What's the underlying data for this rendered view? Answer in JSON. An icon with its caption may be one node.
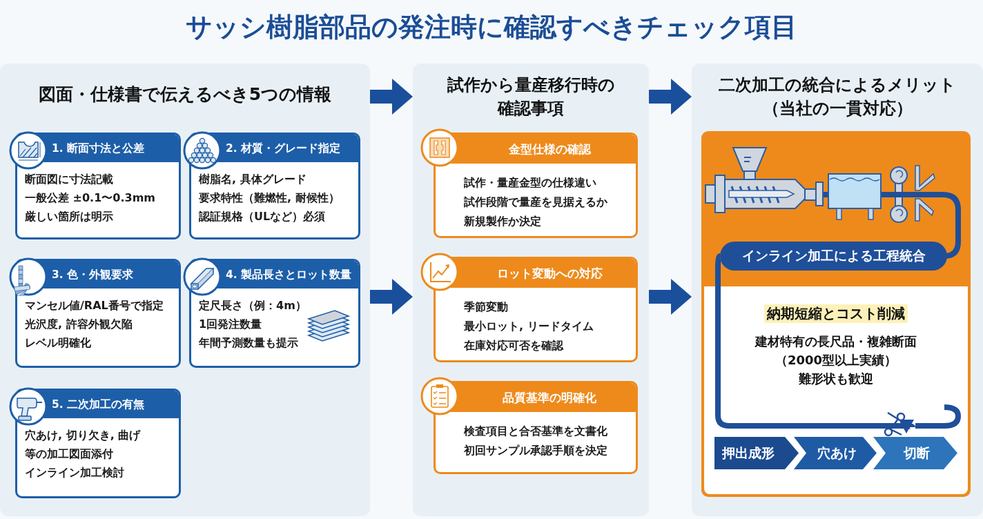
{
  "diagram": {
    "title": "サッシ樹脂部品の発注時に確認すべきチェック項目",
    "nodes": [
      {
        "text": [
          "図面・仕様書で伝えるべき5つの情報"
        ]
      },
      {
        "text": [
          "1. 断面寸法と公差",
          "断面図に寸法記載",
          "一般公差 ±0.1〜0.3mm",
          "厳しい箇所は明示"
        ],
        "in": 0
      },
      {
        "text": [
          "2. 材質・グレード指定",
          "樹脂名, 具体グレード",
          "要求特性（難燃性, 耐候性）",
          "認証規格（ULなど）必須"
        ],
        "in": 0
      },
      {
        "text": [
          "3. 色・外観要求",
          "マンセル値/RAL番号で指定",
          "光沢度, 許容外観欠陥",
          "レベル明確化"
        ],
        "in": 0
      },
      {
        "text": [
          "4. 製品長さとロット数量",
          "定尺長さ（例：4m）",
          "1回発注数量",
          "年間予測数量も提示"
        ],
        "in": 0
      },
      {
        "text": [
          "5. 二次加工の有無",
          "穴あけ, 切り欠き, 曲げ",
          "等の加工図面添付",
          "インライン加工検討"
        ],
        "in": 0
      },
      {
        "text": [
          "試作から量産移行時の確認事項"
        ]
      },
      {
        "text": [
          "金型仕様の確認",
          "試作・量産金型の仕様違い",
          "試作段階で量産を見据えるか",
          "新規製作か決定"
        ],
        "in": 6
      },
      {
        "text": [
          "ロット変動への対応",
          "季節変動",
          "最小ロット, リードタイム",
          "在庫対応可否を確認"
        ],
        "in": 6
      },
      {
        "text": [
          "品質基準の明確化",
          "検査項目と合否基準を文書化",
          "初回サンプル承認手順を決定"
        ],
        "in": 6
      },
      {
        "text": [
          "二次加工の統合によるメリット",
          "（当社の一貫対応）"
        ]
      },
      {
        "text": [],
        "shape": "box",
        "in": 10
      },
      {
        "text": [
          "インライン加工による工程統合"
        ],
        "in": 11
      },
      {
        "text": [
          "納期短縮とコスト削減",
          "建材特有の長尺品・複雑断面",
          "（2000型以上実績）",
          "難形状も歓迎"
        ],
        "in": 11
      },
      {
        "text": [
          "押出成形"
        ],
        "in": 13
      },
      {
        "text": [
          "穴あけ"
        ],
        "in": 13
      },
      {
        "text": [
          "切断"
        ],
        "in": 13
      }
    ],
    "edges": [
      {
        "from": 0,
        "to": 6,
        "arrow": "to"
      },
      {
        "from": 0,
        "to": 6,
        "arrow": "to"
      },
      {
        "from": 6,
        "to": 10,
        "arrow": "to"
      },
      {
        "from": 6,
        "to": 10,
        "arrow": "to"
      },
      {
        "from": 12,
        "to": 16,
        "arrow": "to"
      }
    ]
  }
}
